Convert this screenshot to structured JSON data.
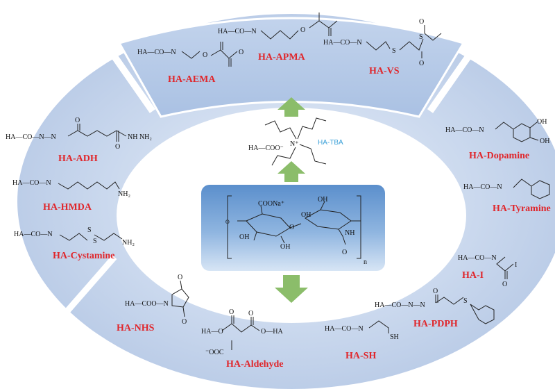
{
  "center": {
    "salt_label": "COONa⁺",
    "oh_label": "OH",
    "nh_label": "NH",
    "index_label": "n",
    "tba_formula": "HA—COO⁻",
    "nitrogen": "N⁺",
    "tba_name": "HA-TBA",
    "tba_color": "#3aa0d8"
  },
  "derivatives": [
    {
      "name": "HA-AEMA",
      "formula": "HA—CO—N"
    },
    {
      "name": "HA-APMA",
      "formula": "HA—CO—N"
    },
    {
      "name": "HA-VS",
      "formula": "HA—CO—N"
    },
    {
      "name": "HA-Dopamine",
      "formula": "HA—CO—N"
    },
    {
      "name": "HA-Tyramine",
      "formula": "HA—CO—N"
    },
    {
      "name": "HA-I",
      "formula": "HA—CO—N"
    },
    {
      "name": "HA-PDPH",
      "formula": "HA—CO—N—N"
    },
    {
      "name": "HA-SH",
      "formula": "HA—CO—N"
    },
    {
      "name": "HA-Aldehyde",
      "formula": "HA—O"
    },
    {
      "name": "HA-NHS",
      "formula": "HA—COO—N"
    },
    {
      "name": "HA-Cystamine",
      "formula": "HA—CO—N"
    },
    {
      "name": "HA-HMDA",
      "formula": "HA—CO—N"
    },
    {
      "name": "HA-ADH",
      "formula": "HA—CO—N—N"
    }
  ],
  "atoms": {
    "O": "O",
    "S": "S",
    "N": "N",
    "I": "I",
    "SH": "SH",
    "OH": "OH",
    "NH": "NH",
    "NH2": "NH₂",
    "NHNH2": "NH NH₂",
    "aldehyde_right": "O—HA",
    "coo_minus": "⁻OOC",
    "coo_minus_top": "⁻OOC"
  },
  "colors": {
    "label_red": "#e0262b",
    "arrow_green": "#8bbd6a",
    "ring_blue": "#b7cbe6",
    "center_box": "#6e9ed1"
  }
}
